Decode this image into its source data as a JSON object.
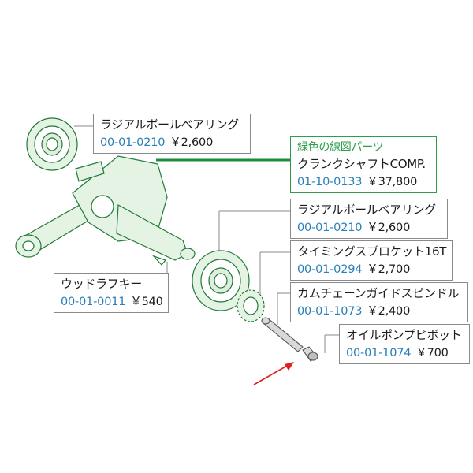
{
  "colors": {
    "accent_green": "#2e9e4a",
    "code_blue": "#2a7fb8",
    "part_line": "#1f7a35",
    "part_fill": "#e4f3e4",
    "arrow_red": "#e0201c"
  },
  "parts": [
    {
      "name": "ラジアルボールベアリング",
      "code": "00-01-0210",
      "price": "￥2,600"
    },
    {
      "note": "緑色の線図パーツ",
      "name": "クランクシャフトCOMP.",
      "code": "01-10-0133",
      "price": "￥37,800"
    },
    {
      "name": "ラジアルボールベアリング",
      "code": "00-01-0210",
      "price": "￥2,600"
    },
    {
      "name": "タイミングスプロケット16T",
      "code": "00-01-0294",
      "price": "￥2,700"
    },
    {
      "name": "ウッドラフキー",
      "code": "00-01-0011",
      "price": "￥540"
    },
    {
      "name": "カムチェーンガイドスピンドル",
      "code": "00-01-1073",
      "price": "￥2,400"
    },
    {
      "name": "オイルポンプピボット",
      "code": "00-01-1074",
      "price": "￥700"
    }
  ]
}
